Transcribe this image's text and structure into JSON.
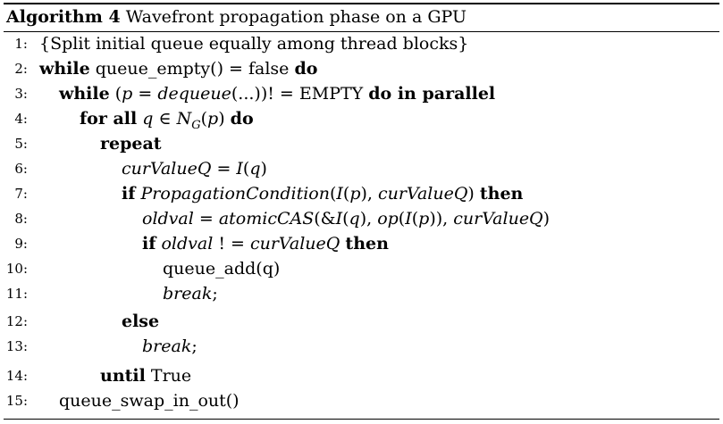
{
  "caption": {
    "label": "Algorithm 4",
    "title": "Wavefront propagation phase on a GPU"
  },
  "lines": [
    {
      "num": "1:",
      "text": "{Split initial queue equally among thread blocks}"
    },
    {
      "num": "2:",
      "kw1": "while",
      "text": "queue_empty() = false",
      "kw2": "do"
    },
    {
      "num": "3:",
      "kw1": "while",
      "pre": "(",
      "it": "p",
      "mid1": " = ",
      "it2": "dequeue",
      "mid2": "(...))! = EMPTY",
      "kw2": "do in parallel"
    },
    {
      "num": "4:",
      "kw1": "for all",
      "it": "q",
      "mid1": " ∈ ",
      "it2": "N",
      "sub": "G",
      "mid2": "(",
      "it3": "p",
      "post": ")",
      "kw2": "do"
    },
    {
      "num": "5:",
      "kw1": "repeat"
    },
    {
      "num": "6:",
      "it": "curValueQ",
      "mid1": " = ",
      "it2": "I",
      "mid2": "(",
      "it3": "q",
      "post": ")"
    },
    {
      "num": "7:",
      "kw1": "if",
      "it": "PropagationCondition",
      "mid1": "(",
      "it2": "I",
      "mid2": "(",
      "it3": "p",
      "mid3": "), ",
      "it4": "curValueQ",
      "post": ")",
      "kw2": "then"
    },
    {
      "num": "8:",
      "it": "oldval",
      "mid1": " = ",
      "it2": "atomicCAS",
      "mid2": "(&",
      "it3": "I",
      "mid3": "(",
      "it4": "q",
      "mid4": "), ",
      "it5": "op",
      "mid5": "(",
      "it6": "I",
      "mid6": "(",
      "it7": "p",
      "mid7": ")), ",
      "it8": "curValueQ",
      "post": ")"
    },
    {
      "num": "9:",
      "kw1": "if",
      "it": "oldval",
      "mid1": " ! = ",
      "it2": "curValueQ",
      "kw2": "then"
    },
    {
      "num": "10:",
      "text": "queue_add(q)"
    },
    {
      "num": "11:",
      "it": "break",
      "post": ";"
    },
    {
      "num": "12:",
      "kw1": "else"
    },
    {
      "num": "13:",
      "it": "break",
      "post": ";"
    },
    {
      "num": "14:",
      "kw1": "until",
      "text": "True"
    },
    {
      "num": "15:",
      "text": "queue_swap_in_out()"
    }
  ]
}
